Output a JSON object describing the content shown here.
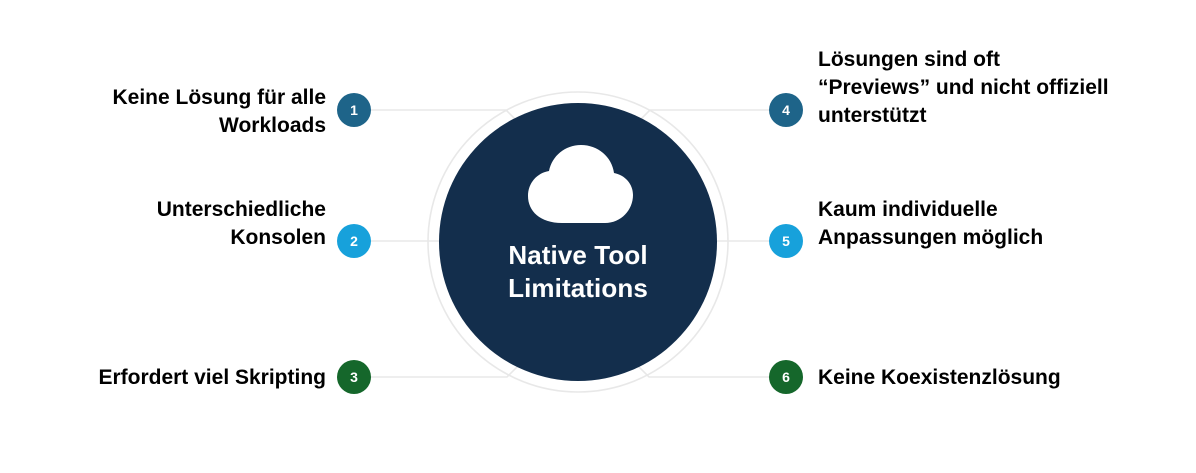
{
  "diagram": {
    "type": "hub-and-spoke",
    "background_color": "#FFFFFF",
    "hub": {
      "title_line1": "Native Tool",
      "title_line2": "Limitations",
      "icon": "cloud-icon",
      "fill_color": "#132E4C",
      "text_color": "#FFFFFF",
      "ring_color": "#E6E6E6"
    },
    "connector_color": "#E8E8E8",
    "items": [
      {
        "number": "1",
        "side": "left",
        "color": "#1E6489",
        "lines": [
          "Keine Lösung für alle",
          "Workloads"
        ]
      },
      {
        "number": "2",
        "side": "left",
        "color": "#17A1DB",
        "lines": [
          "Unterschiedliche",
          "Konsolen"
        ]
      },
      {
        "number": "3",
        "side": "left",
        "color": "#15672B",
        "lines": [
          "Erfordert viel Skripting"
        ]
      },
      {
        "number": "4",
        "side": "right",
        "color": "#1E6489",
        "lines": [
          "Lösungen sind oft",
          "“Previews” und nicht offiziell",
          "unterstützt"
        ]
      },
      {
        "number": "5",
        "side": "right",
        "color": "#17A1DB",
        "lines": [
          "Kaum individuelle",
          "Anpassungen möglich"
        ]
      },
      {
        "number": "6",
        "side": "right",
        "color": "#15672B",
        "lines": [
          "Keine Koexistenzlösung"
        ]
      }
    ]
  }
}
